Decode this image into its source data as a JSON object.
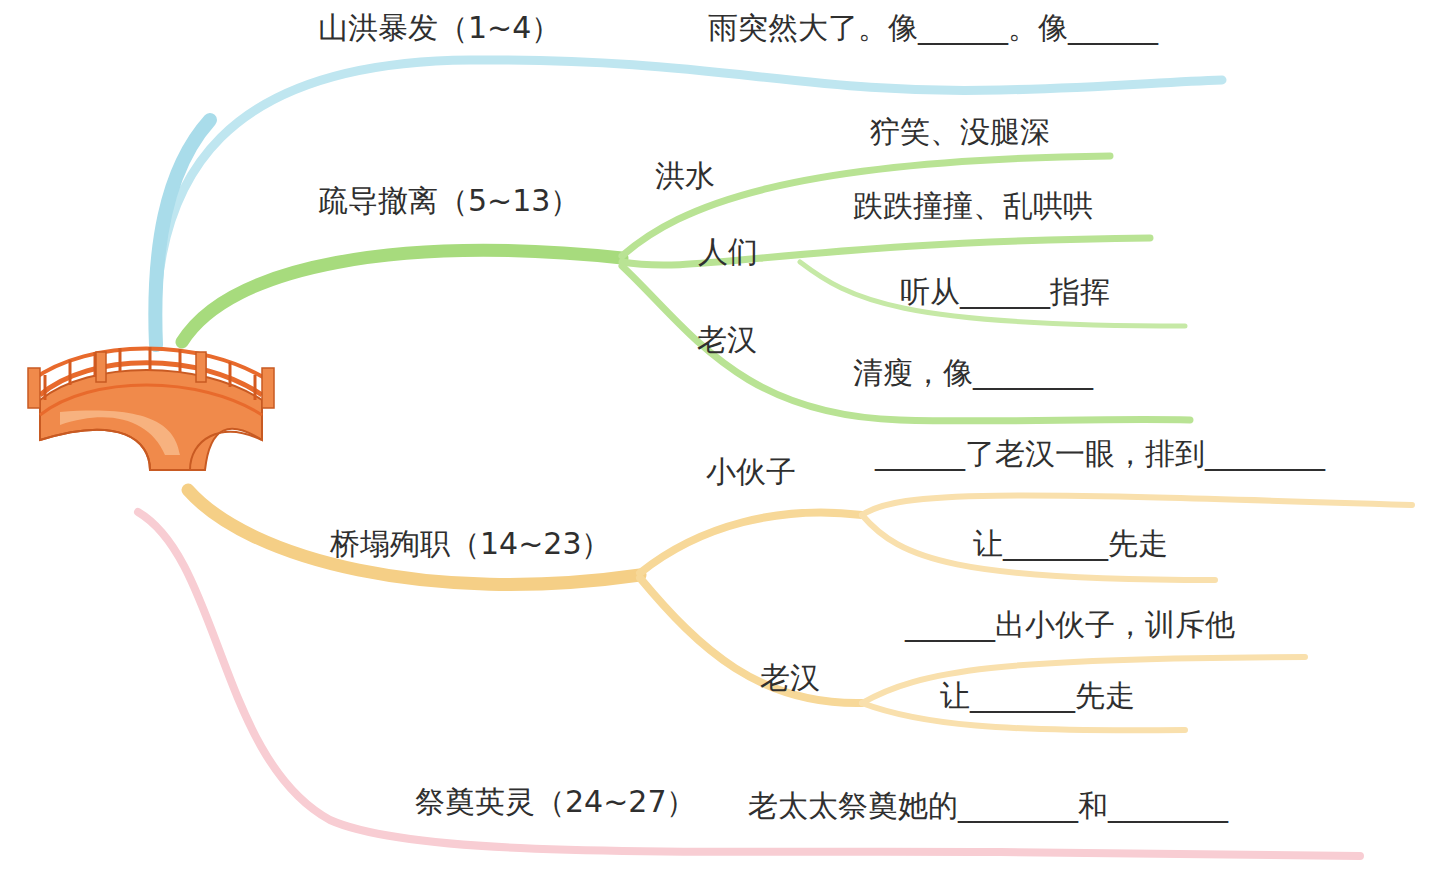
{
  "diagram": {
    "labels": [
      "山洪暴发（1~4）",
      "雨突然大了。像______。像______",
      "疏导撤离（5~13）",
      "洪水",
      "狞笑、没腿深",
      "人们",
      "跌跌撞撞、乱哄哄",
      "听从______指挥",
      "老汉",
      "清瘦，像________",
      "桥塌殉职（14~23）",
      "小伙子",
      "______了老汉一眼，排到________",
      "让_______先走",
      "老汉",
      "______出小伙子，训斥他",
      "让_______先走",
      "祭奠英灵（24~27）",
      "老太太祭奠她的________和________"
    ]
  }
}
